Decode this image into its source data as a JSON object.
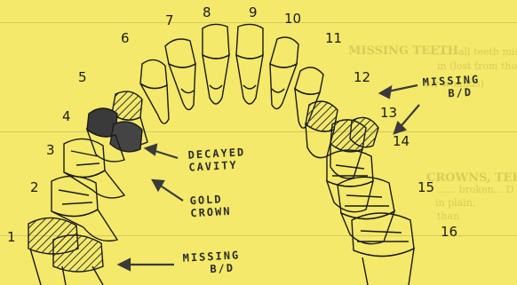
{
  "background_text": {
    "missing_heading": "MISSING TEETH",
    "missing_line1": "....... all teeth missing",
    "missing_line2": "in (lost from those",
    "missing_line3": "(or wounds)",
    "crowns_heading": "CROWNS, TEETH",
    "crowns_line1": "...... broken... D",
    "crowns_line2": "in plain,",
    "crowns_line3": "than"
  },
  "tooth_numbers": [
    "1",
    "2",
    "3",
    "4",
    "5",
    "6",
    "7",
    "8",
    "9",
    "10",
    "11",
    "12",
    "13",
    "14",
    "15",
    "16"
  ],
  "annotations": {
    "missing_bd_right_line1": "MISSING",
    "missing_bd_right_line2": "B/D",
    "decayed_line1": "DECAYED",
    "decayed_line2": "CAVITY",
    "gold_line1": "GOLD",
    "gold_line2": "CROWN",
    "missing_bd_bottom_line1": "MISSING",
    "missing_bd_bottom_line2": "B/D"
  },
  "colors": {
    "paper": "#f4e96a",
    "ink": "#1a1a1a",
    "decayed_fill": "#3a3a3a",
    "missing_hatch": "#333333"
  }
}
